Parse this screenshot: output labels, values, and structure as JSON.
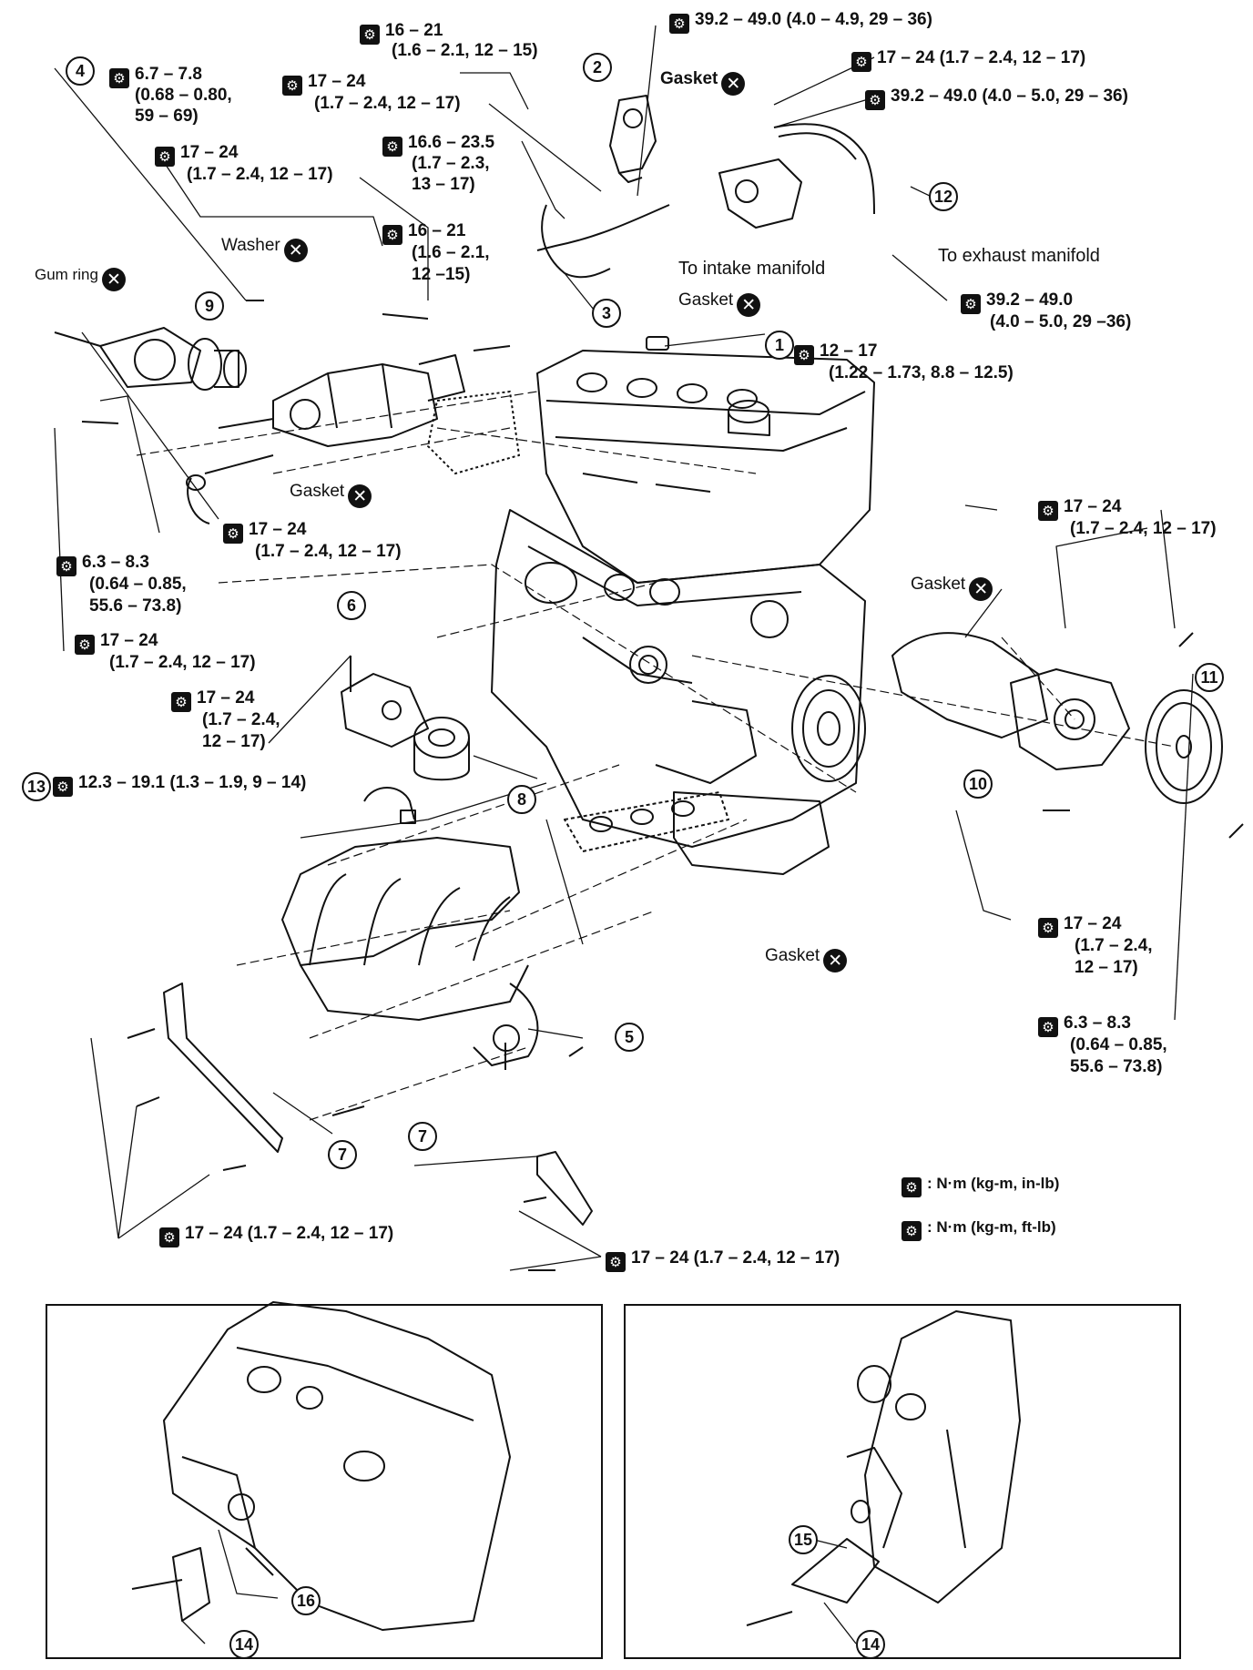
{
  "part_numbers": [
    "1",
    "2",
    "3",
    "4",
    "5",
    "6",
    "7",
    "7",
    "8",
    "9",
    "10",
    "11",
    "12",
    "13",
    "14",
    "14",
    "15",
    "16"
  ],
  "torques": {
    "t16_21_top": [
      "16 – 21",
      "(1.6 – 2.1, 12 – 15)"
    ],
    "t39_49_top": "39.2 – 49.0 (4.0 – 4.9, 29 – 36)",
    "t17_24_top": "17 – 24 (1.7 – 2.4, 12 – 17)",
    "t39_49_right": "39.2 – 49.0 (4.0 – 5.0, 29 – 36)",
    "t6_7": [
      "6.7 – 7.8",
      "(0.68 – 0.80,",
      "59 – 69)"
    ],
    "t17_24_a": [
      "17 – 24",
      "(1.7 – 2.4, 12 – 17)"
    ],
    "t17_24_b": [
      "17 – 24",
      "(1.7 – 2.4, 12 – 17)"
    ],
    "t16_6": [
      "16.6 – 23.5",
      "(1.7 – 2.3,",
      "13 – 17)"
    ],
    "t16_21_mid": [
      "16 – 21",
      "(1.6 – 2.1,",
      "12 –15)"
    ],
    "t39_49_exh": [
      "39.2 – 49.0",
      "(4.0 – 5.0, 29 –36)"
    ],
    "t12_17": [
      "12 – 17",
      "(1.22 – 1.73, 8.8 – 12.5)"
    ],
    "t17_24_c": [
      "17 – 24",
      "(1.7 – 2.4, 12 – 17)"
    ],
    "t6_3_left": [
      "6.3 – 8.3",
      "(0.64 – 0.85,",
      "55.6 – 73.8)"
    ],
    "t17_24_d": [
      "17 – 24",
      "(1.7 – 2.4, 12 – 17)"
    ],
    "t17_24_e": [
      "17 – 24",
      "(1.7 – 2.4,",
      "12 – 17)"
    ],
    "t17_24_right": [
      "17 – 24",
      "(1.7 – 2.4, 12 – 17)"
    ],
    "t12_3": "12.3 – 19.1 (1.3 – 1.9, 9 – 14)",
    "t17_24_f": [
      "17 – 24",
      "(1.7 – 2.4,",
      "12 – 17)"
    ],
    "t6_3_right": [
      "6.3 – 8.3",
      "(0.64 – 0.85,",
      "55.6 – 73.8)"
    ],
    "t17_24_bl": "17 – 24 (1.7 – 2.4, 12 – 17)",
    "t17_24_bc": "17 – 24 (1.7 – 2.4, 12 – 17)"
  },
  "labels": {
    "gasket": "Gasket",
    "washer": "Washer",
    "gum_ring": "Gum ring",
    "to_intake": "To intake manifold",
    "to_exhaust": "To exhaust manifold"
  },
  "legend": {
    "inlb": ": N·m (kg-m, in-lb)",
    "ftlb": ": N·m (kg-m, ft-lb)"
  },
  "icons": {
    "torque_ftlb": "torque-wrench-icon",
    "torque_inlb": "torque-wrench-inlb-icon",
    "do_not_reuse": "do-not-reuse-icon"
  }
}
